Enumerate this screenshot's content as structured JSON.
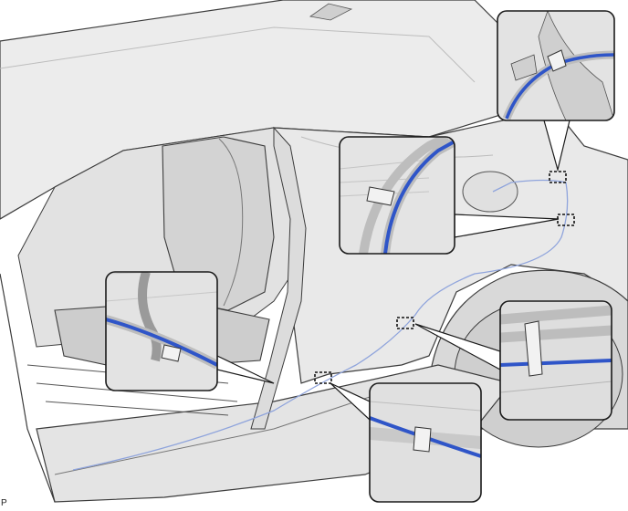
{
  "figure": {
    "code": "P",
    "colors": {
      "background": "#ffffff",
      "body_fill": "#e9e9e9",
      "body_shade": "#d7d7d7",
      "outline": "#3c3c3c",
      "harness": "#2f55c8",
      "harness_light": "#8fa4dc",
      "callout_border": "#1a1a1a"
    },
    "callouts": [
      {
        "id": "rear-upper",
        "marker_icon": "dashed-box-icon"
      },
      {
        "id": "rear-quarter",
        "marker_icon": "dashed-box-icon"
      },
      {
        "id": "door-sill-front",
        "marker_icon": "dashed-box-icon"
      },
      {
        "id": "rocker-center",
        "marker_icon": "dashed-box-icon"
      },
      {
        "id": "rocker-rear",
        "marker_icon": "dashed-box-icon"
      }
    ]
  }
}
